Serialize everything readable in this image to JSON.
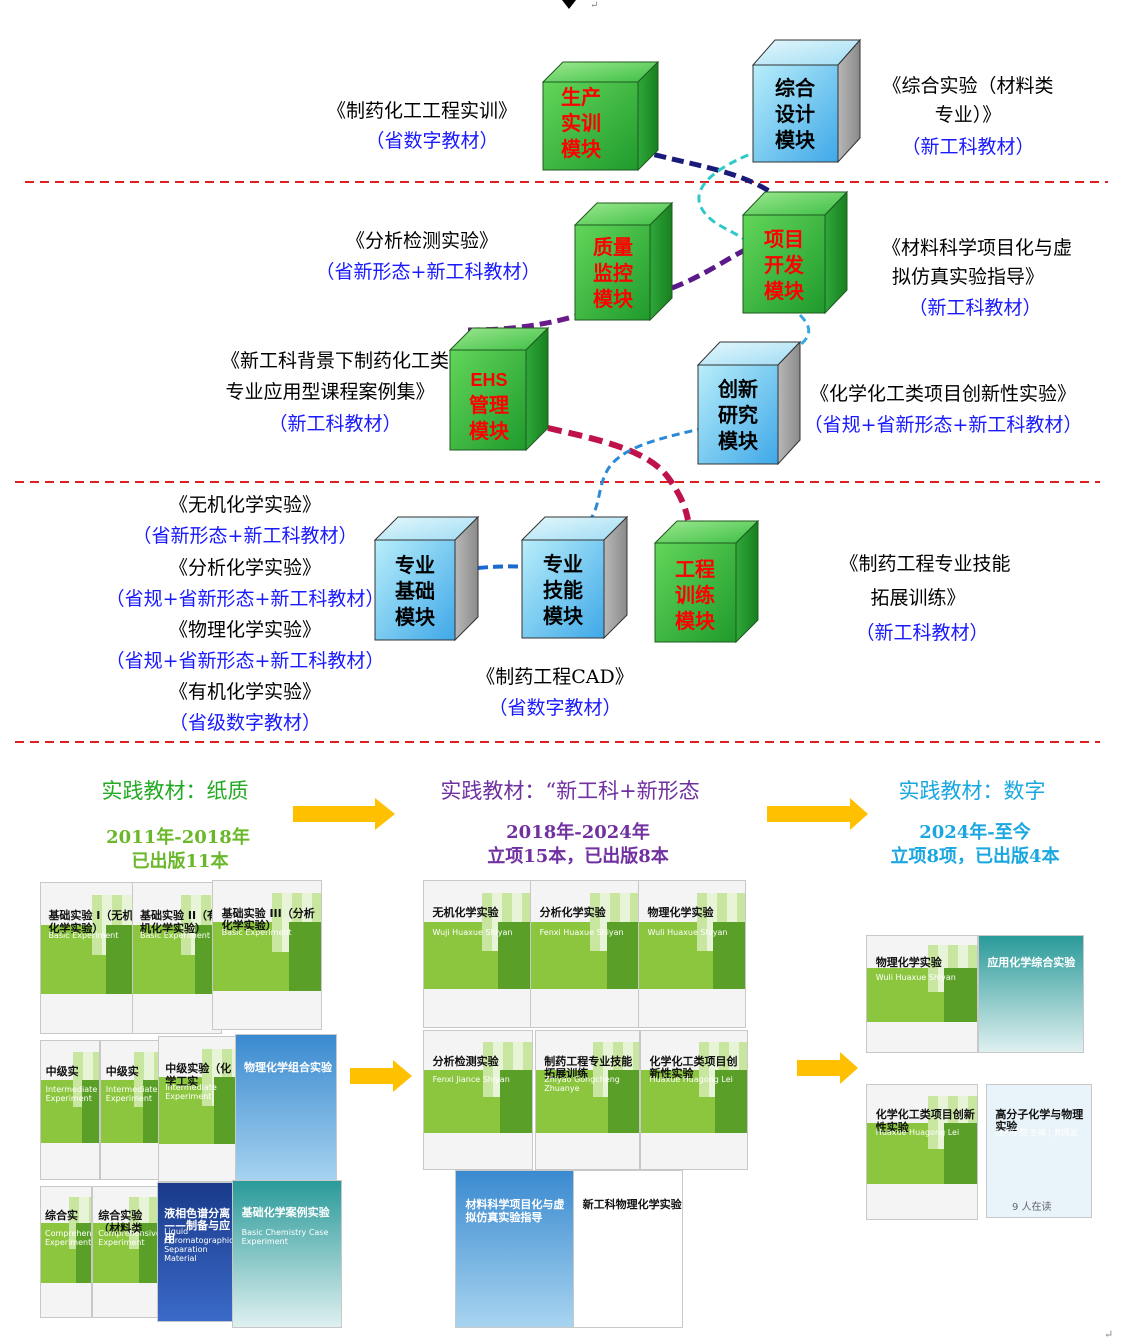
{
  "modules": {
    "production": [
      "生产",
      "实训",
      "模块"
    ],
    "comprehensive": [
      "综合",
      "设计",
      "模块"
    ],
    "quality": [
      "质量",
      "监控",
      "模块"
    ],
    "project": [
      "项目",
      "开发",
      "模块"
    ],
    "ehs": [
      "EHS",
      "管理",
      "模块"
    ],
    "innovation": [
      "创新",
      "研究",
      "模块"
    ],
    "basic": [
      "专业",
      "基础",
      "模块"
    ],
    "skill": [
      "专业",
      "技能",
      "模块"
    ],
    "engineering": [
      "工程",
      "训练",
      "模块"
    ]
  },
  "labels": {
    "pharma_training": {
      "title": "《制药化工工程实训》",
      "type": "（省数字教材）"
    },
    "comprehensive_exp": {
      "title1": "《综合实验（材料类",
      "title2": "专业）》",
      "type": "（新工科教材）"
    },
    "analysis_detect": {
      "title": "《分析检测实验》",
      "type": "（省新形态+新工科教材）"
    },
    "materials_project": {
      "title1": "《材料科学项目化与虚",
      "title2": "拟仿真实验指导》",
      "type": "（新工科教材）"
    },
    "new_eng_cases": {
      "title1": "《新工科背景下制药化工类",
      "title2": "专业应用型课程案例集》",
      "type": "（新工科教材）"
    },
    "chem_innovation": {
      "title": "《化学化工类项目创新性实验》",
      "type": "（省规+省新形态+新工科教材）"
    },
    "inorganic": {
      "title": "《无机化学实验》",
      "type": "（省新形态+新工科教材）"
    },
    "analytical": {
      "title": "《分析化学实验》",
      "type": "（省规+省新形态+新工科教材）"
    },
    "physical": {
      "title": "《物理化学实验》",
      "type": "（省规+省新形态+新工科教材）"
    },
    "organic": {
      "title": "《有机化学实验》",
      "type": "（省级数字教材）"
    },
    "cad": {
      "title": "《制药工程CAD》",
      "type": "（省数字教材）"
    },
    "skill_ext": {
      "title1": "《制药工程专业技能",
      "title2": "拓展训练》",
      "type": "（新工科教材）"
    }
  },
  "stages": [
    {
      "heading": "实践教材：纸质",
      "years": "2011年-2018年",
      "count": "已出版11本"
    },
    {
      "heading": "实践教材：“新工科+新形态",
      "years": "2018年-2024年",
      "count": "立项15本，已出版8本"
    },
    {
      "heading": "实践教材：数字",
      "years": "2024年-至今",
      "count": "立项8项，已出版4本"
    }
  ],
  "books": {
    "paper": [
      "基础实验 I（无机化学实验）",
      "基础实验 II（有机化学实验）",
      "基础实验 III（分析化学实验）",
      "中级实",
      "中级实",
      "中级实验（化学工实",
      "物理化学组合实验",
      "综合实",
      "综合实验（材料类",
      "液相色谱分离——制备与应用",
      "基础化学案例实验"
    ],
    "paper_sub": [
      "Basic Experiment",
      "Basic Experiment",
      "Basic Experiment",
      "Intermediate Experiment",
      "Intermediate Experiment",
      "Intermediate Experiment",
      "",
      "Comprehensive Experiment",
      "Comprehensive Experiment",
      "Liquid Chromatographic Separation Material",
      "Basic Chemistry Case Experiment"
    ],
    "new": [
      "无机化学实验",
      "分析化学实验",
      "物理化学实验",
      "分析检测实验",
      "制药工程专业技能拓展训练",
      "化学化工类项目创新性实验",
      "材料科学项目化与虚拟仿真实验指导",
      "新工科物理化学实验"
    ],
    "new_sub": [
      "Wuji Huaxue Shiyan",
      "Fenxi Huaxue Shiyan",
      "Wuli Huaxue Shiyan",
      "Fenxi Jiance Shiyan",
      "Zhiyao Gongcheng Zhuanye",
      "Huaxue Huagong Lei",
      "",
      ""
    ],
    "digital": [
      "物理化学实验",
      "应用化学综合实验",
      "化学化工类项目创新性实验",
      "高分子化学与物理实验"
    ],
    "digital_sub": [
      "Wuli Huaxue Shiyan",
      "",
      "Huaxue Huagong Lei",
      "台州学院 主编 | 黄国波"
    ],
    "digital_reading": "9 人在读"
  },
  "colors": {
    "red_text": "#ff0000",
    "blue_text": "#1a1aff",
    "green_heading": "#22aa22",
    "purple_heading": "#7030a0",
    "cyan_heading": "#1aa7e0",
    "arrow": "#ffc000",
    "divider": "#e02020"
  }
}
